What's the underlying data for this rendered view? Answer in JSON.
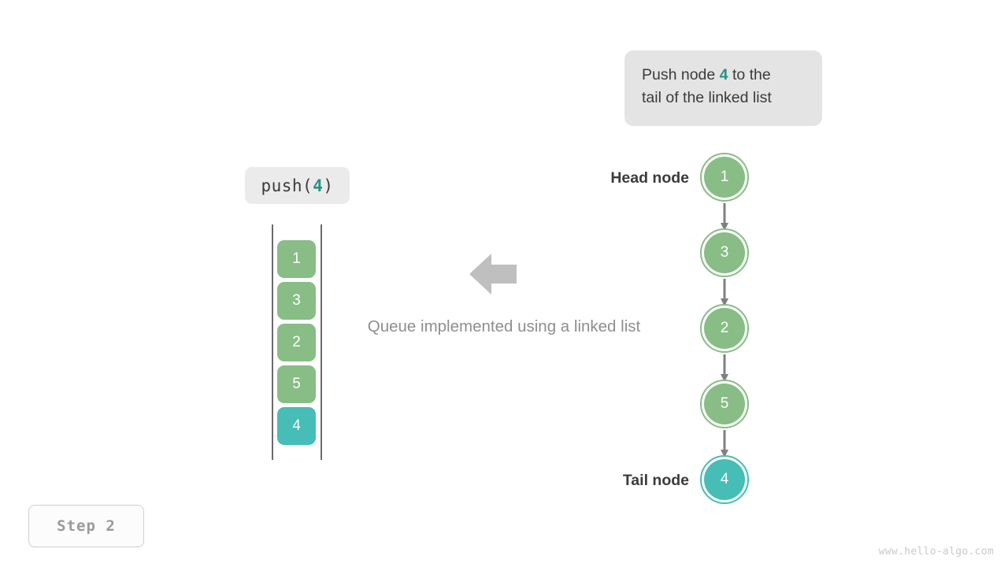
{
  "callout": {
    "line1_prefix": "Push node ",
    "line1_accent": "4",
    "line1_suffix": " to the",
    "line2": "tail of the linked list",
    "background": "#e4e4e4"
  },
  "operation_chip": {
    "prefix": "push(",
    "accent": "4",
    "suffix": ")",
    "accent_color": "#2a9187"
  },
  "queue": {
    "items": [
      {
        "value": "1",
        "state": "normal"
      },
      {
        "value": "3",
        "state": "normal"
      },
      {
        "value": "2",
        "state": "normal"
      },
      {
        "value": "5",
        "state": "normal"
      },
      {
        "value": "4",
        "state": "highlight"
      }
    ],
    "normal_color": "#88bd86",
    "highlight_color": "#46bdb6"
  },
  "center": {
    "arrow_direction": "left",
    "arrow_color": "#bfbfbf",
    "caption": "Queue implemented using a linked list"
  },
  "linked_list": {
    "nodes": [
      {
        "value": "1",
        "state": "normal"
      },
      {
        "value": "3",
        "state": "normal"
      },
      {
        "value": "2",
        "state": "normal"
      },
      {
        "value": "5",
        "state": "normal"
      },
      {
        "value": "4",
        "state": "highlight"
      }
    ],
    "head_label": "Head node",
    "tail_label": "Tail node",
    "normal_color": "#88bd86",
    "highlight_color": "#46bdb6",
    "connector_color": "#808080"
  },
  "step_badge": {
    "text": "Step  2"
  },
  "watermark": {
    "text": "www.hello-algo.com"
  }
}
